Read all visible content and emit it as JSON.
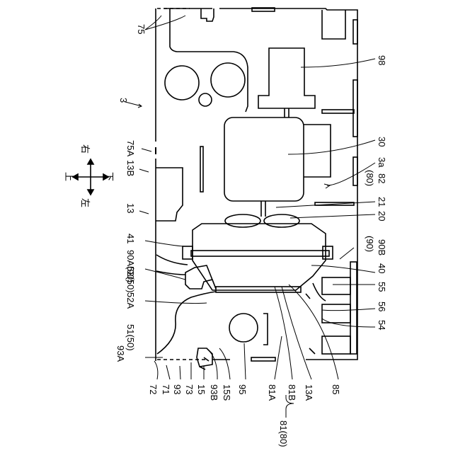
{
  "figure": {
    "labels": {
      "l75": "75",
      "l98": "98",
      "l3": "3",
      "l75A": "75A",
      "l30": "30",
      "l3a": "3a",
      "l13B": "13B",
      "l82": "82",
      "l80a": "(80)",
      "l13": "13",
      "l21": "21",
      "l20": "20",
      "l41": "41",
      "l90A": "90A(90)",
      "l90B": "90B",
      "l90b": "(90)",
      "l52": "52(50)",
      "l40": "40",
      "l52A": "52A",
      "l55": "55",
      "l56": "56",
      "l54": "54",
      "l93A": "93A",
      "l51": "51(50)",
      "l72": "72",
      "l71": "71",
      "l93": "93",
      "l73": "73",
      "l15": "15",
      "l93B": "93B",
      "l15S": "15S",
      "l95": "95",
      "l81A": "81A",
      "l81B": "81B",
      "l13A": "13A",
      "l85": "85",
      "l81": "81(80)"
    },
    "direction": {
      "right": "右",
      "up": "上",
      "left": "左",
      "down": "下"
    }
  }
}
